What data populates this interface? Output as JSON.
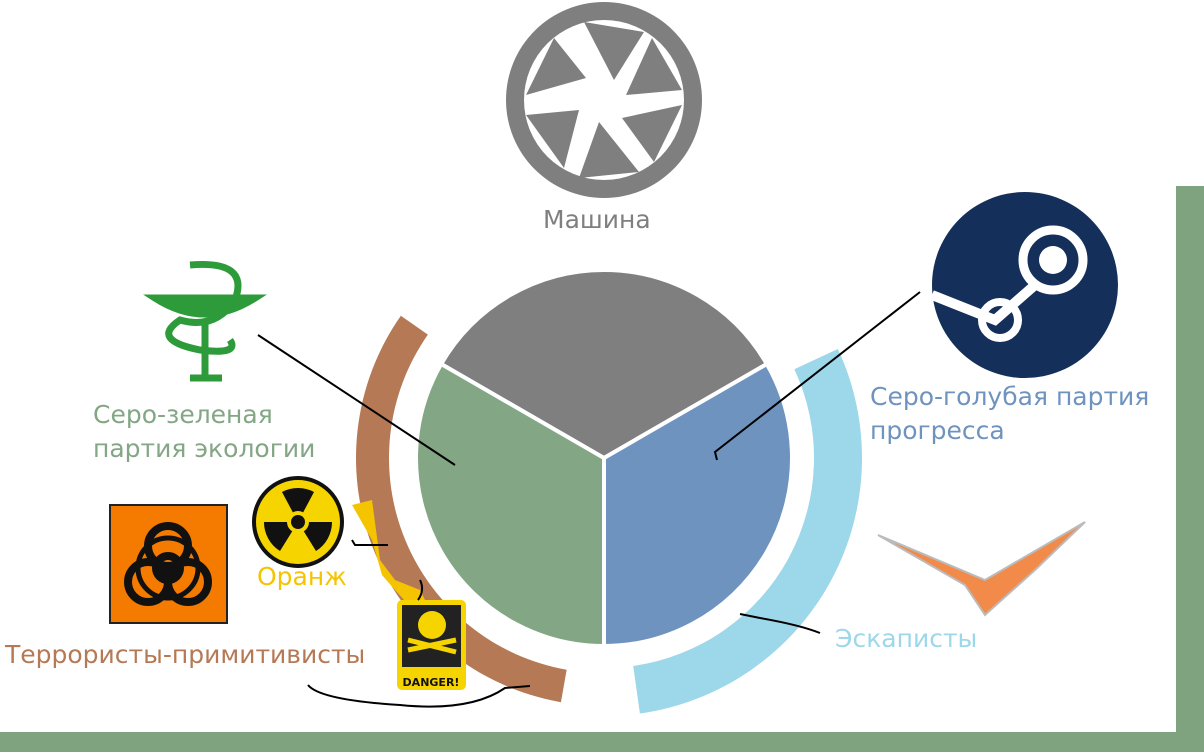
{
  "title": "Машина",
  "factions": [
    {
      "label": "Машина",
      "color": "#7f7f7f",
      "share": 1,
      "icon": "aperture-icon"
    },
    {
      "label": "Серо-голубая партия прогресса",
      "line1": "Серо-голубая партия",
      "line2": "прогресса",
      "color": "#6f93bf",
      "share": 1,
      "icon": "steam-icon"
    },
    {
      "label": "Серо-зеленая партия экологии",
      "line1": "Серо-зеленая",
      "line2": "партия экологии",
      "color": "#83a685",
      "share": 1,
      "icon": "bowl-of-hygieia-icon"
    }
  ],
  "subgroups": [
    {
      "label": "Эскаписты",
      "color": "#9dd7ea",
      "icon": "orange-wing-icon"
    },
    {
      "label": "Террористы-примитивисты",
      "color": "#b57a55",
      "icon": "biohazard-icon"
    },
    {
      "label": "Оранж",
      "color": "#f5c400",
      "icon": "radiation-icon"
    }
  ],
  "danger_sign": "DANGER!",
  "frame_color": "#7fa37f"
}
